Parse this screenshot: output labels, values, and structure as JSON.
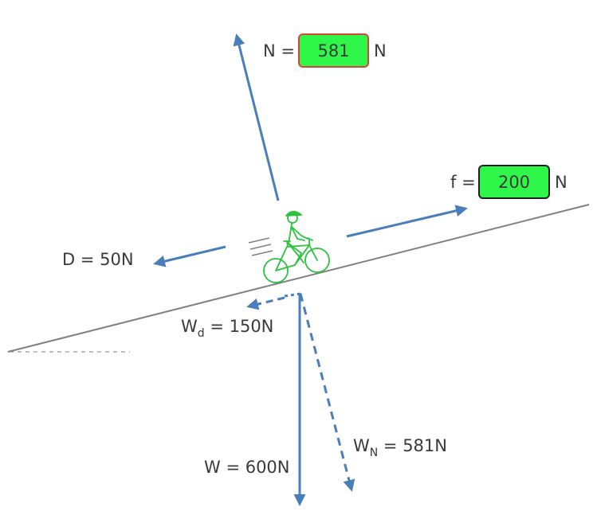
{
  "colors": {
    "arrow": "#4a7ebb",
    "slope": "#808080",
    "cyclist": "#2bc23f",
    "field_fill": "#2ef74a",
    "field_active_border": "#d9443a",
    "text": "#3a3a3a"
  },
  "normal_force": {
    "prefix": "N =",
    "value": "581",
    "unit": "N"
  },
  "friction_force": {
    "prefix": "f =",
    "value": "200",
    "unit": "N"
  },
  "drag_label": "D = 50N",
  "weight_label": "W = 600N",
  "weight_down_slope": {
    "symbol": "W",
    "subscript": "d",
    "value": " = 150N"
  },
  "weight_normal": {
    "symbol": "W",
    "subscript": "N",
    "value": " = 581N"
  },
  "icons": [
    "cyclist-icon",
    "speed-lines-icon"
  ]
}
